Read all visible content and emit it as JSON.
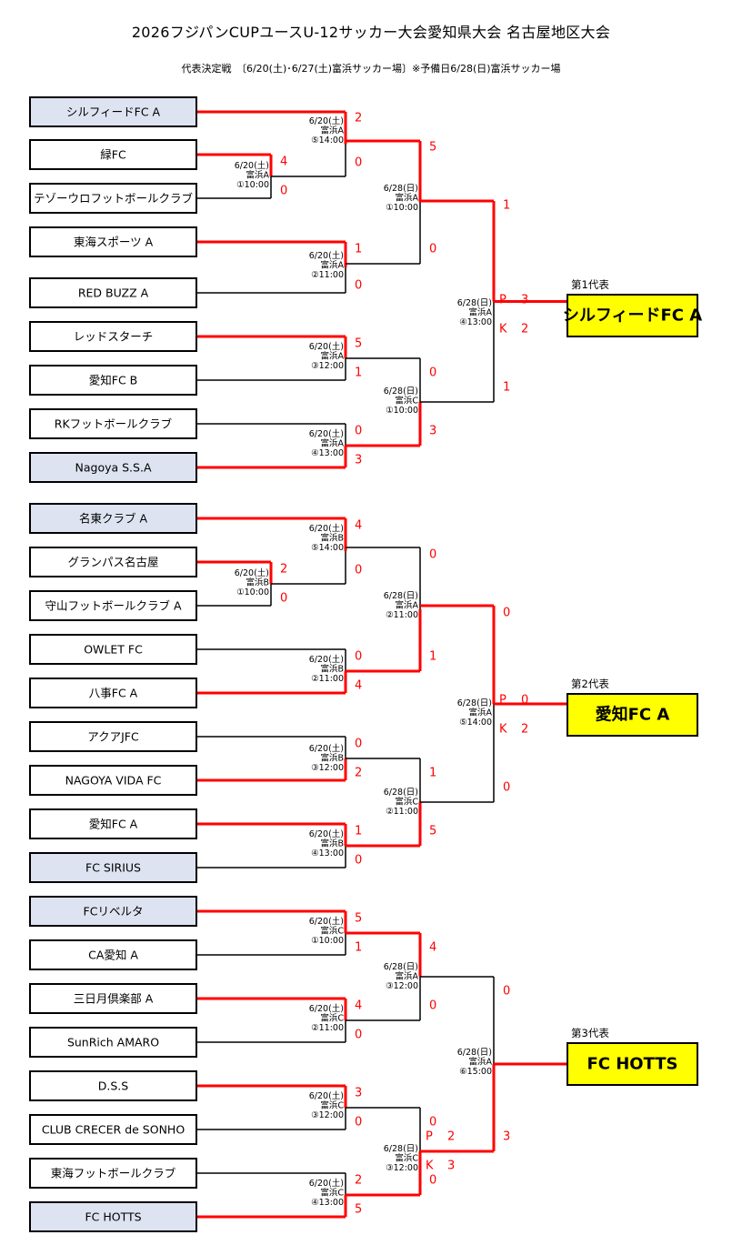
{
  "title": "2026フジパンCUPユースU-12サッカー大会愛知県大会 名古屋地区大会",
  "subtitle": "代表決定戦　〔6/20(土)･6/27(土)富浜サッカー場〕※予備日6/28(日)富浜サッカー場",
  "colors": {
    "winner_line": "#ff0000",
    "seed_box": "#dde3f1",
    "rep_box": "#ffff00"
  },
  "teams": [
    {
      "name": "シルフィードFC A",
      "seeded": true
    },
    {
      "name": "緑FC",
      "seeded": false
    },
    {
      "name": "テゾーウロフットボールクラブ",
      "seeded": false
    },
    {
      "name": "東海スポーツ A",
      "seeded": false
    },
    {
      "name": "RED BUZZ A",
      "seeded": false
    },
    {
      "name": "レッドスターチ",
      "seeded": false
    },
    {
      "name": "愛知FC B",
      "seeded": false
    },
    {
      "name": "RKフットボールクラブ",
      "seeded": false
    },
    {
      "name": "Nagoya S.S.A",
      "seeded": true
    },
    {
      "name": "名東クラブ A",
      "seeded": true
    },
    {
      "name": "グランパス名古屋",
      "seeded": false
    },
    {
      "name": "守山フットボールクラブ A",
      "seeded": false
    },
    {
      "name": "OWLET FC",
      "seeded": false
    },
    {
      "name": "八事FC A",
      "seeded": false
    },
    {
      "name": "アクアJFC",
      "seeded": false
    },
    {
      "name": "NAGOYA VIDA FC",
      "seeded": false
    },
    {
      "name": "愛知FC A",
      "seeded": false
    },
    {
      "name": "FC SIRIUS",
      "seeded": true
    },
    {
      "name": "FCリベルタ",
      "seeded": true
    },
    {
      "name": "CA愛知 A",
      "seeded": false
    },
    {
      "name": "三日月倶楽部 A",
      "seeded": false
    },
    {
      "name": "SunRich AMARO",
      "seeded": false
    },
    {
      "name": "D.S.S",
      "seeded": false
    },
    {
      "name": "CLUB CRECER de SONHO",
      "seeded": false
    },
    {
      "name": "東海フットボールクラブ",
      "seeded": false
    },
    {
      "name": "FC HOTTS",
      "seeded": true
    }
  ],
  "matches": [
    {
      "id": "r0_b1",
      "date": "6/20(土)",
      "venue": "富浜A",
      "time": "①10:00",
      "scores": [
        "4",
        "0"
      ],
      "winner": 0
    },
    {
      "id": "r0_b2",
      "date": "6/20(土)",
      "venue": "富浜B",
      "time": "①10:00",
      "scores": [
        "2",
        "0"
      ],
      "winner": 0
    },
    {
      "id": "r1_1",
      "date": "6/20(土)",
      "venue": "富浜A",
      "time": "⑤14:00",
      "scores": [
        "2",
        "0"
      ],
      "winner": 0
    },
    {
      "id": "r1_2",
      "date": "6/20(土)",
      "venue": "富浜A",
      "time": "②11:00",
      "scores": [
        "1",
        "0"
      ],
      "winner": 0
    },
    {
      "id": "r1_3",
      "date": "6/20(土)",
      "venue": "富浜A",
      "time": "③12:00",
      "scores": [
        "5",
        "1"
      ],
      "winner": 0
    },
    {
      "id": "r1_4",
      "date": "6/20(土)",
      "venue": "富浜A",
      "time": "④13:00",
      "scores": [
        "0",
        "3"
      ],
      "winner": 1
    },
    {
      "id": "r1_5",
      "date": "6/20(土)",
      "venue": "富浜B",
      "time": "⑤14:00",
      "scores": [
        "4",
        "0"
      ],
      "winner": 0
    },
    {
      "id": "r1_6",
      "date": "6/20(土)",
      "venue": "富浜B",
      "time": "②11:00",
      "scores": [
        "0",
        "4"
      ],
      "winner": 1
    },
    {
      "id": "r1_7",
      "date": "6/20(土)",
      "venue": "富浜B",
      "time": "③12:00",
      "scores": [
        "0",
        "2"
      ],
      "winner": 1
    },
    {
      "id": "r1_8",
      "date": "6/20(土)",
      "venue": "富浜B",
      "time": "④13:00",
      "scores": [
        "1",
        "0"
      ],
      "winner": 0
    },
    {
      "id": "r1_9",
      "date": "6/20(土)",
      "venue": "富浜C",
      "time": "①10:00",
      "scores": [
        "5",
        "1"
      ],
      "winner": 0
    },
    {
      "id": "r1_10",
      "date": "6/20(土)",
      "venue": "富浜C",
      "time": "②11:00",
      "scores": [
        "4",
        "0"
      ],
      "winner": 0
    },
    {
      "id": "r1_11",
      "date": "6/20(土)",
      "venue": "富浜C",
      "time": "③12:00",
      "scores": [
        "3",
        "0"
      ],
      "winner": 0
    },
    {
      "id": "r1_12",
      "date": "6/20(土)",
      "venue": "富浜C",
      "time": "④13:00",
      "scores": [
        "2",
        "5"
      ],
      "winner": 1
    },
    {
      "id": "r2_1",
      "date": "6/28(日)",
      "venue": "富浜A",
      "time": "①10:00",
      "scores": [
        "5",
        "0"
      ],
      "winner": 0
    },
    {
      "id": "r2_2",
      "date": "6/28(日)",
      "venue": "富浜C",
      "time": "①10:00",
      "scores": [
        "0",
        "3"
      ],
      "winner": 1
    },
    {
      "id": "r2_3",
      "date": "6/28(日)",
      "venue": "富浜A",
      "time": "②11:00",
      "scores": [
        "0",
        "1"
      ],
      "winner": 1
    },
    {
      "id": "r2_4",
      "date": "6/28(日)",
      "venue": "富浜C",
      "time": "②11:00",
      "scores": [
        "1",
        "5"
      ],
      "winner": 1
    },
    {
      "id": "r2_5",
      "date": "6/28(日)",
      "venue": "富浜A",
      "time": "③12:00",
      "scores": [
        "4",
        "0"
      ],
      "winner": 0
    },
    {
      "id": "r2_6",
      "date": "6/28(日)",
      "venue": "富浜C",
      "time": "③12:00",
      "scores": [
        "0",
        "0"
      ],
      "winner": 1,
      "pk": [
        "P",
        "2",
        "K",
        "3"
      ]
    },
    {
      "id": "f_1",
      "date": "6/28(日)",
      "venue": "富浜A",
      "time": "④13:00",
      "scores": [
        "1",
        "1"
      ],
      "winner": 0,
      "pk": [
        "P",
        "3",
        "K",
        "2"
      ]
    },
    {
      "id": "f_2",
      "date": "6/28(日)",
      "venue": "富浜A",
      "time": "⑤14:00",
      "scores": [
        "0",
        "0"
      ],
      "winner": 0,
      "pk": [
        "P",
        "0",
        "K",
        "2"
      ]
    },
    {
      "id": "f_3",
      "date": "6/28(日)",
      "venue": "富浜A",
      "time": "⑥15:00",
      "scores": [
        "0",
        "3"
      ],
      "winner": 1
    }
  ],
  "representatives": [
    {
      "label": "第1代表",
      "team": "シルフィードFC A"
    },
    {
      "label": "第2代表",
      "team": "愛知FC A"
    },
    {
      "label": "第3代表",
      "team": "FC HOTTS"
    }
  ]
}
